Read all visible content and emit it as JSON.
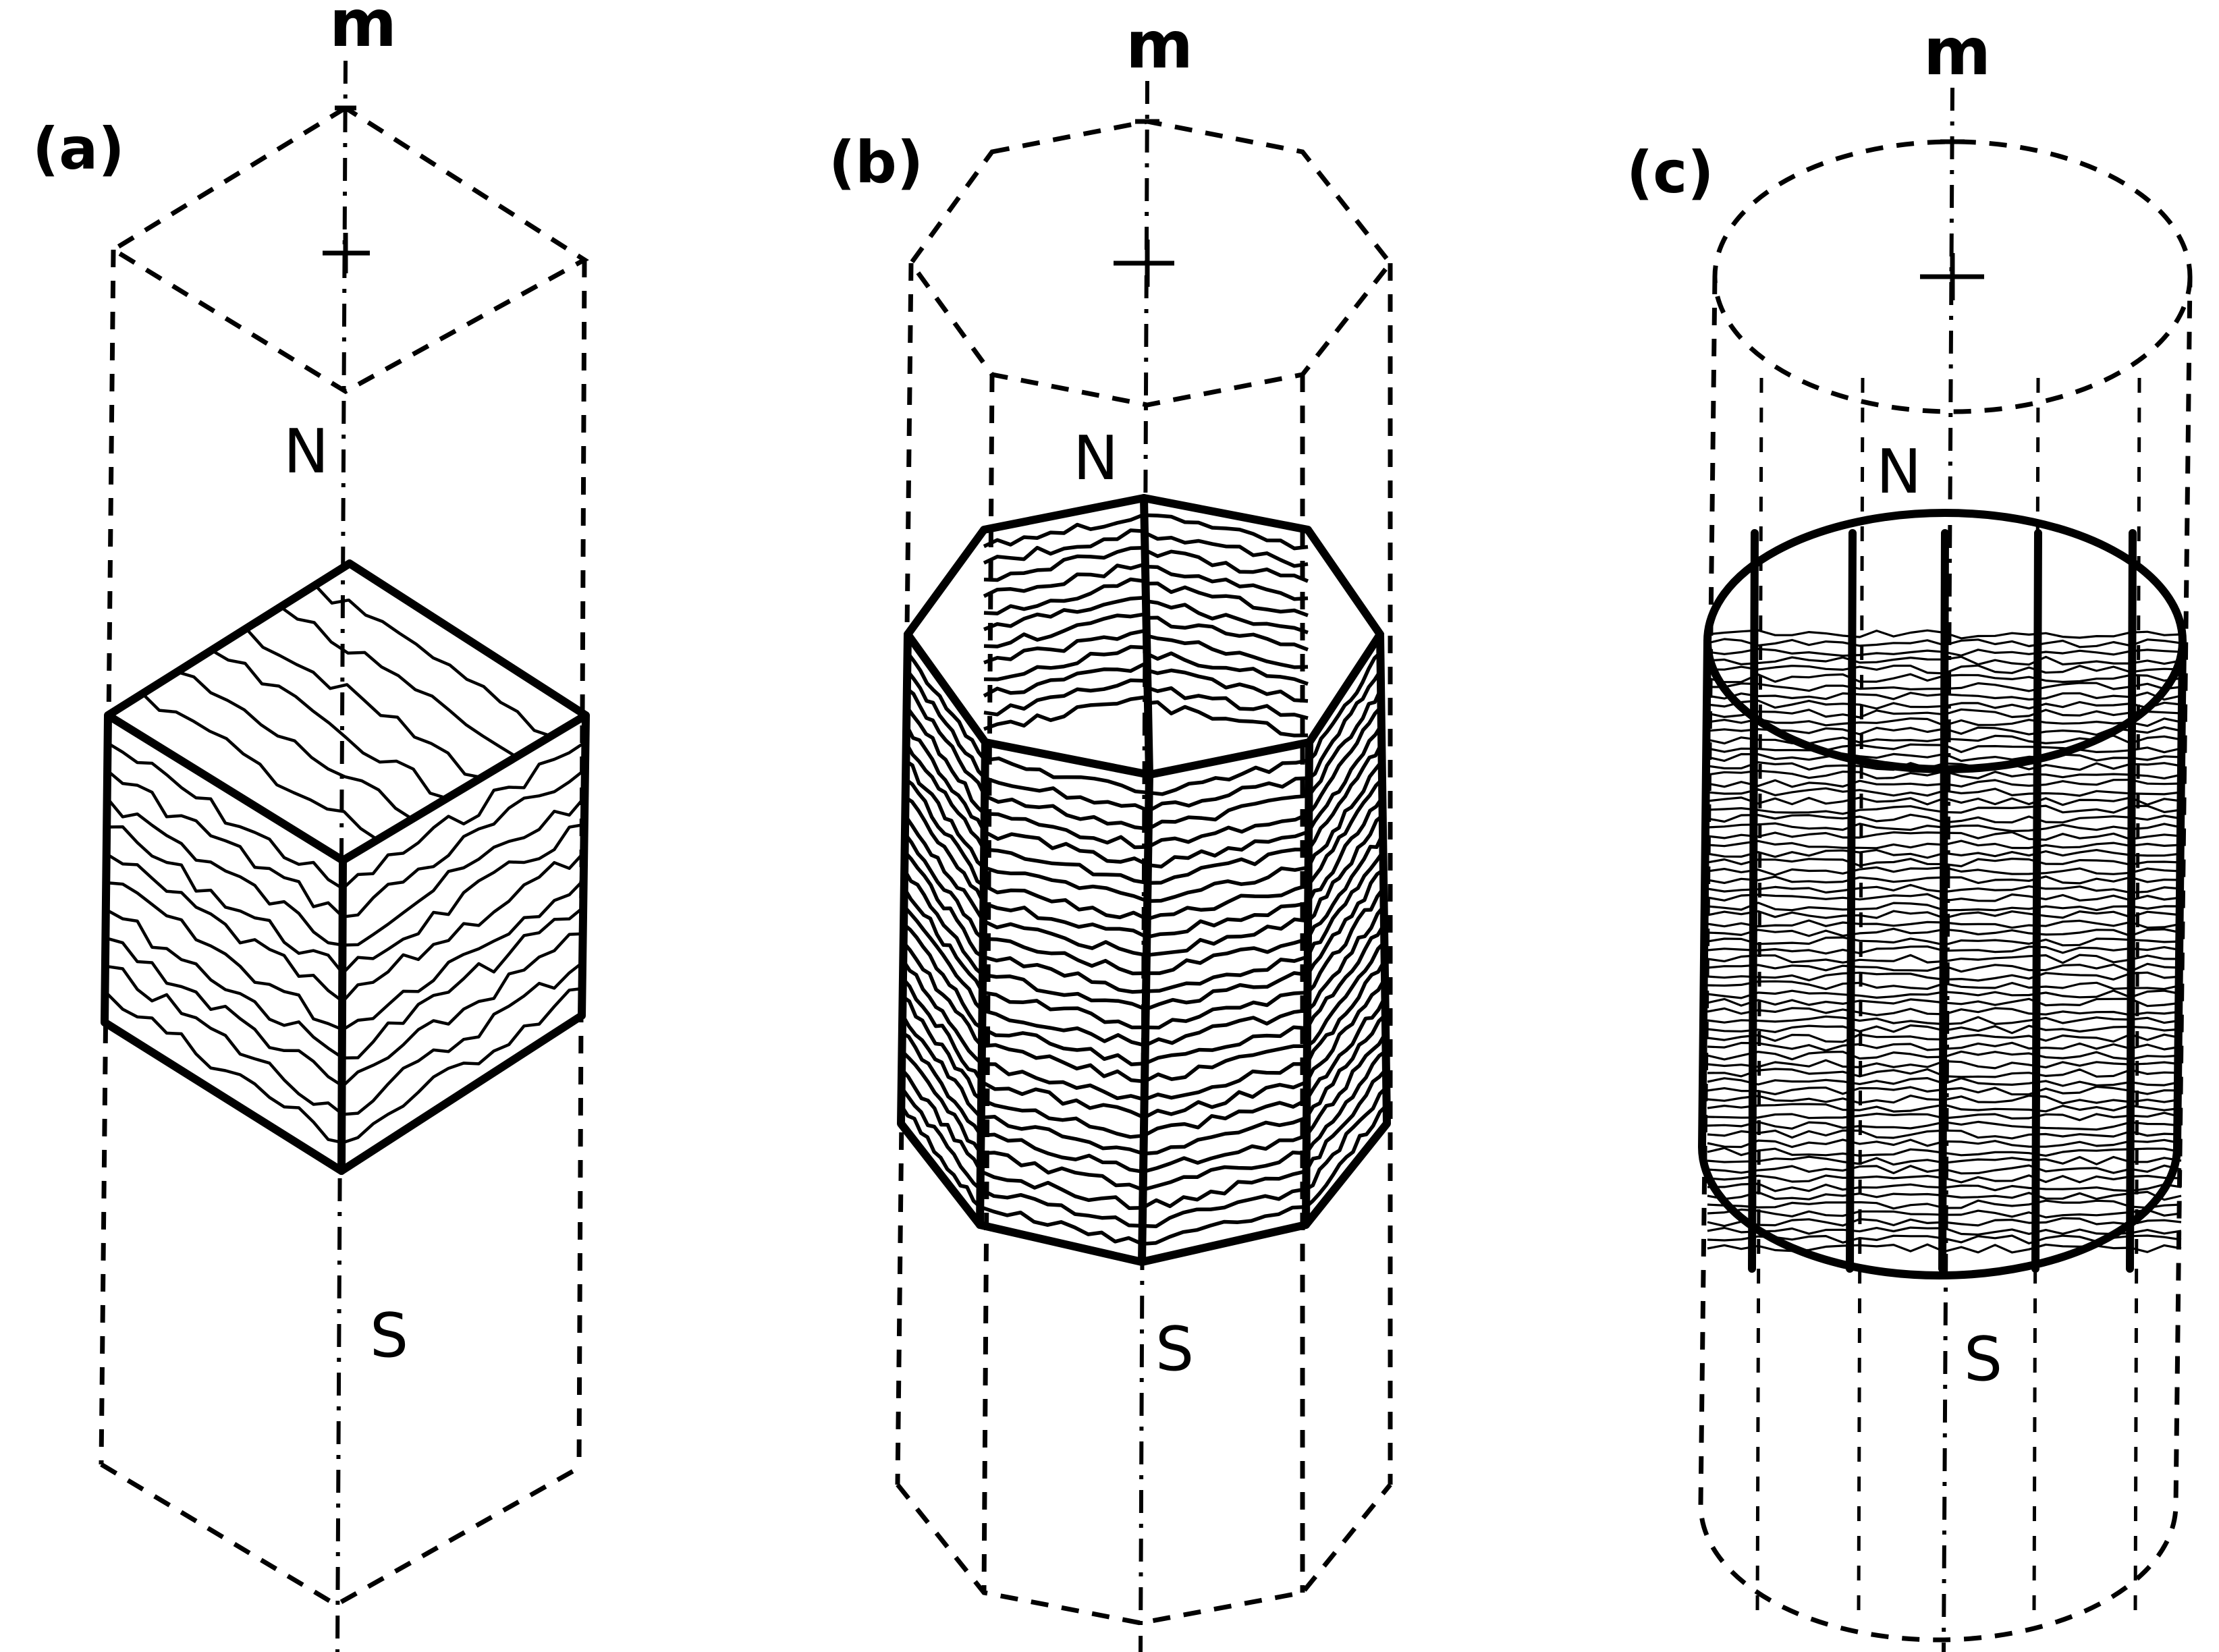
{
  "panels": [
    {
      "id": "a",
      "label": "(a)",
      "axis_label": "m",
      "north_label": "N",
      "south_label": "S",
      "shape": "square prism"
    },
    {
      "id": "b",
      "label": "(b)",
      "axis_label": "m",
      "north_label": "N",
      "south_label": "S",
      "shape": "octagonal prism"
    },
    {
      "id": "c",
      "label": "(c)",
      "axis_label": "m",
      "north_label": "N",
      "south_label": "S",
      "shape": "cylinder"
    }
  ]
}
